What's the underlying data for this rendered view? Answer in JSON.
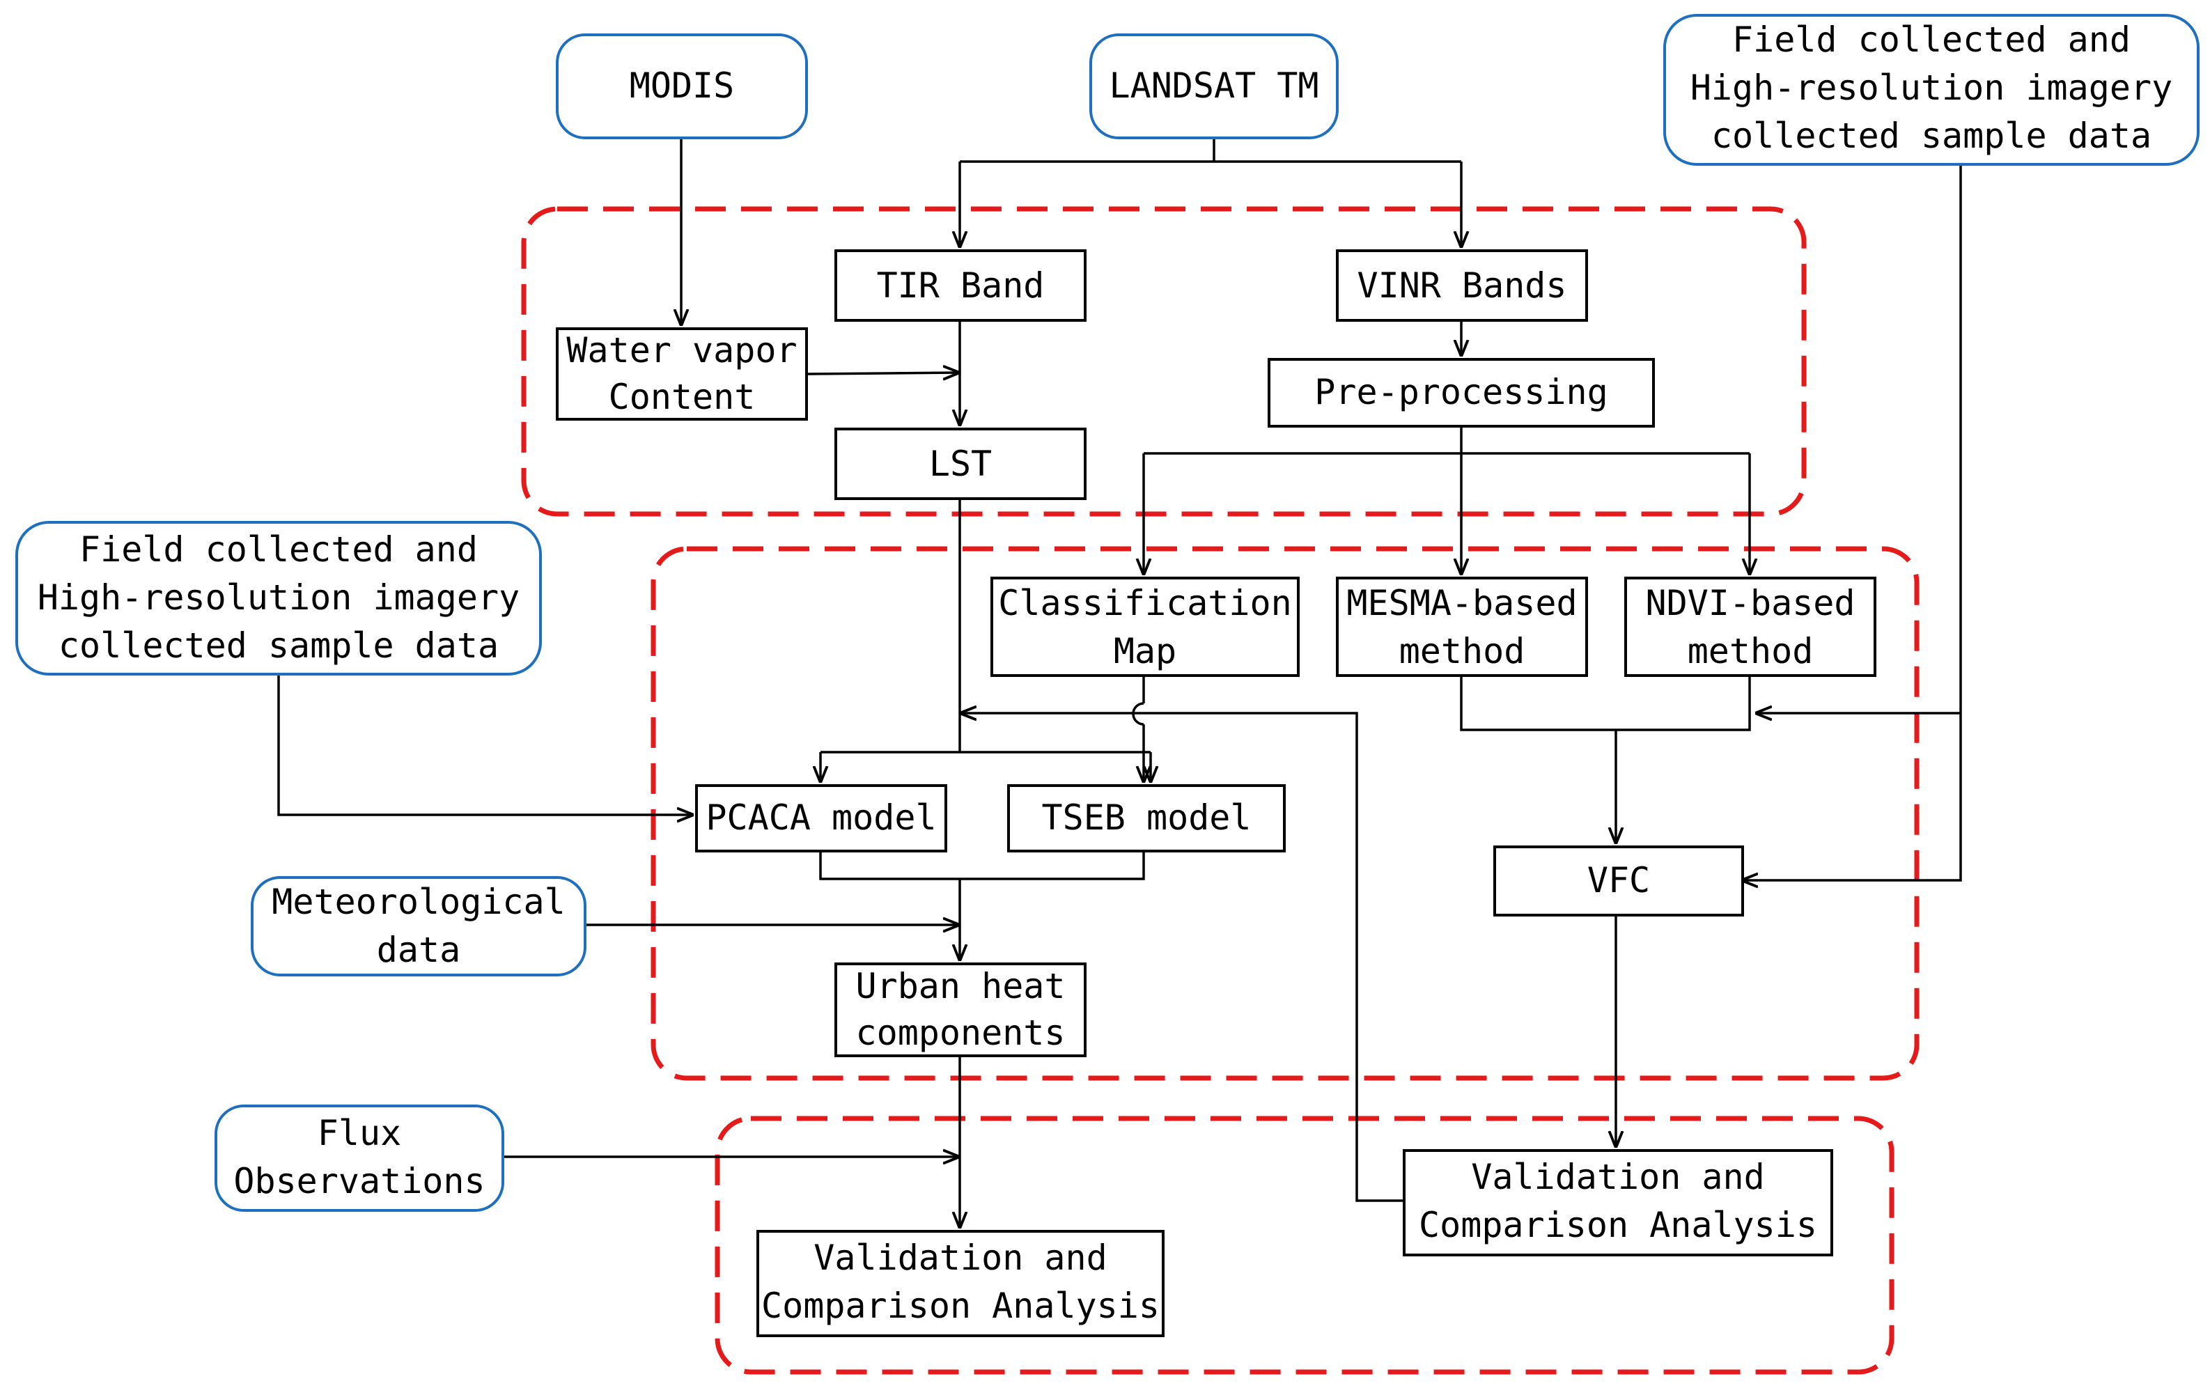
{
  "nodes": {
    "modis": [
      "MODIS"
    ],
    "landsat": [
      "LANDSAT TM"
    ],
    "field_top": [
      "Field collected and",
      "High-resolution imagery",
      "collected sample data"
    ],
    "field_left": [
      "Field collected and",
      "High-resolution imagery",
      "collected sample data"
    ],
    "tir": [
      "TIR Band"
    ],
    "vinr": [
      "VINR Bands"
    ],
    "water": [
      "Water vapor",
      "Content"
    ],
    "preproc": [
      "Pre-processing"
    ],
    "lst": [
      "LST"
    ],
    "classmap": [
      "Classification",
      "Map"
    ],
    "mesma": [
      "MESMA-based",
      "method"
    ],
    "ndvi": [
      "NDVI-based",
      "method"
    ],
    "pcaca": [
      "PCACA model"
    ],
    "tseb": [
      "TSEB model"
    ],
    "met": [
      "Meteorological",
      "data"
    ],
    "vfc": [
      "VFC"
    ],
    "urban": [
      "Urban heat",
      "components"
    ],
    "flux": [
      "Flux",
      "Observations"
    ],
    "val_right": [
      "Validation and",
      "Comparison Analysis"
    ],
    "val_left": [
      "Validation and",
      "Comparison Analysis"
    ]
  },
  "colors": {
    "data_source_border": "#1f6fc0",
    "group_outline": "#e51b1b",
    "process_border": "#000000"
  }
}
